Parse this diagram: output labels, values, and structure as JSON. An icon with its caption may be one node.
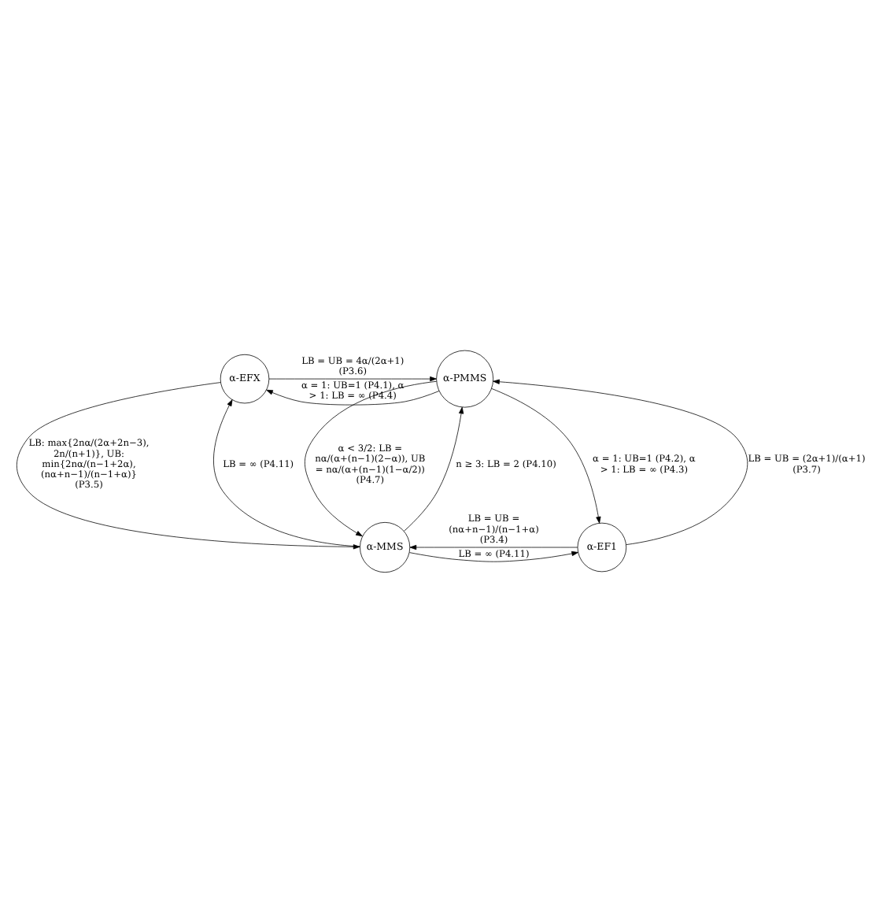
{
  "diagram": {
    "nodes": [
      {
        "text": [
          "α-EFX"
        ]
      },
      {
        "text": [
          "α-PMMS"
        ]
      },
      {
        "text": [
          "α-MMS"
        ]
      },
      {
        "text": [
          "α-EF1"
        ]
      }
    ],
    "edges": [
      {
        "from": 0,
        "to": 1,
        "arrow": "to",
        "label": "LB = UB = 4α/(2α+1) (P3.6)"
      },
      {
        "from": 1,
        "to": 0,
        "arrow": "to",
        "label": "α = 1: UB=1 (P4.1), α > 1: LB = ∞ (P4.4)"
      },
      {
        "from": 0,
        "to": 2,
        "arrow": "to",
        "label": "LB: max{2nα/(2α+2n−3), 2n/(n+1)}, UB: min{2nα/(n−1+2α), (nα+n−1)/(n−1+α)} (P3.5)"
      },
      {
        "from": 2,
        "to": 0,
        "arrow": "to",
        "label": "LB = ∞ (P4.11)"
      },
      {
        "from": 2,
        "to": 1,
        "arrow": "to",
        "label": "n ≥ 3: LB = 2 (P4.10)"
      },
      {
        "from": 1,
        "to": 2,
        "arrow": "to",
        "label": "α < 3/2: LB = nα/(α+(n−1)(2−α)), UB = nα/(α+(n−1)(1−α/2)) (P4.7)"
      },
      {
        "from": 3,
        "to": 1,
        "arrow": "to",
        "label": "LB = UB = (2α+1)/(α+1) (P3.7)"
      },
      {
        "from": 1,
        "to": 3,
        "arrow": "to",
        "label": "α = 1: UB=1 (P4.2), α > 1: LB = ∞ (P4.3)"
      },
      {
        "from": 2,
        "to": 3,
        "arrow": "to",
        "label": "LB = ∞ (P4.11)"
      },
      {
        "from": 3,
        "to": 2,
        "arrow": "to",
        "label": "LB = UB = (nα+n−1)/(n−1+α) (P3.4)"
      }
    ]
  }
}
